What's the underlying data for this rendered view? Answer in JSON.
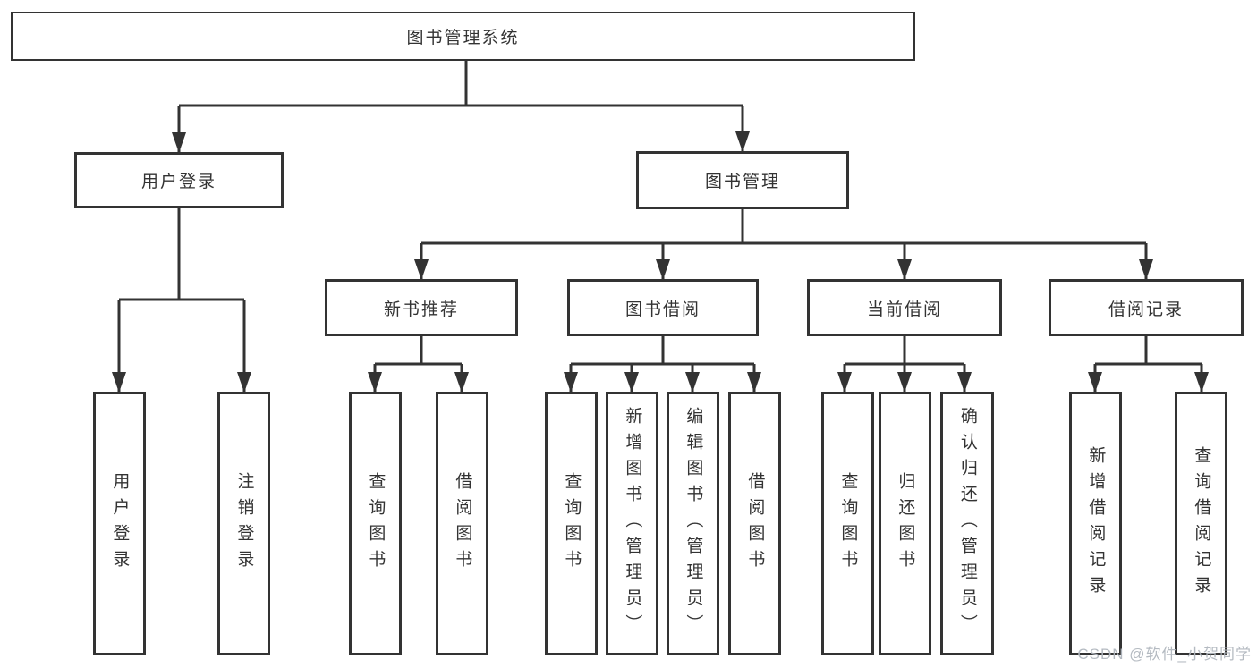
{
  "diagram": {
    "root": {
      "label": "图书管理系统"
    },
    "branches": [
      {
        "label": "用户登录",
        "children": [
          {
            "label": "用户登录"
          },
          {
            "label": "注销登录"
          }
        ]
      },
      {
        "label": "图书管理",
        "sections": [
          {
            "label": "新书推荐",
            "children": [
              {
                "label": "查询图书"
              },
              {
                "label": "借阅图书"
              }
            ]
          },
          {
            "label": "图书借阅",
            "children": [
              {
                "label": "查询图书"
              },
              {
                "label": "新增图书（管理员）"
              },
              {
                "label": "编辑图书（管理员）"
              },
              {
                "label": "借阅图书"
              }
            ]
          },
          {
            "label": "当前借阅",
            "children": [
              {
                "label": "查询图书"
              },
              {
                "label": "归还图书"
              },
              {
                "label": "确认归还（管理员）"
              }
            ]
          },
          {
            "label": "借阅记录",
            "children": [
              {
                "label": "新增借阅记录"
              },
              {
                "label": "查询借阅记录"
              }
            ]
          }
        ]
      }
    ]
  },
  "watermark": {
    "text": "CSDN @软件_小贺同学"
  },
  "colors": {
    "line": "#333333",
    "text": "#333333",
    "box_fill": "#ffffff",
    "watermark": "#b0b6be",
    "background": "#ffffff"
  }
}
